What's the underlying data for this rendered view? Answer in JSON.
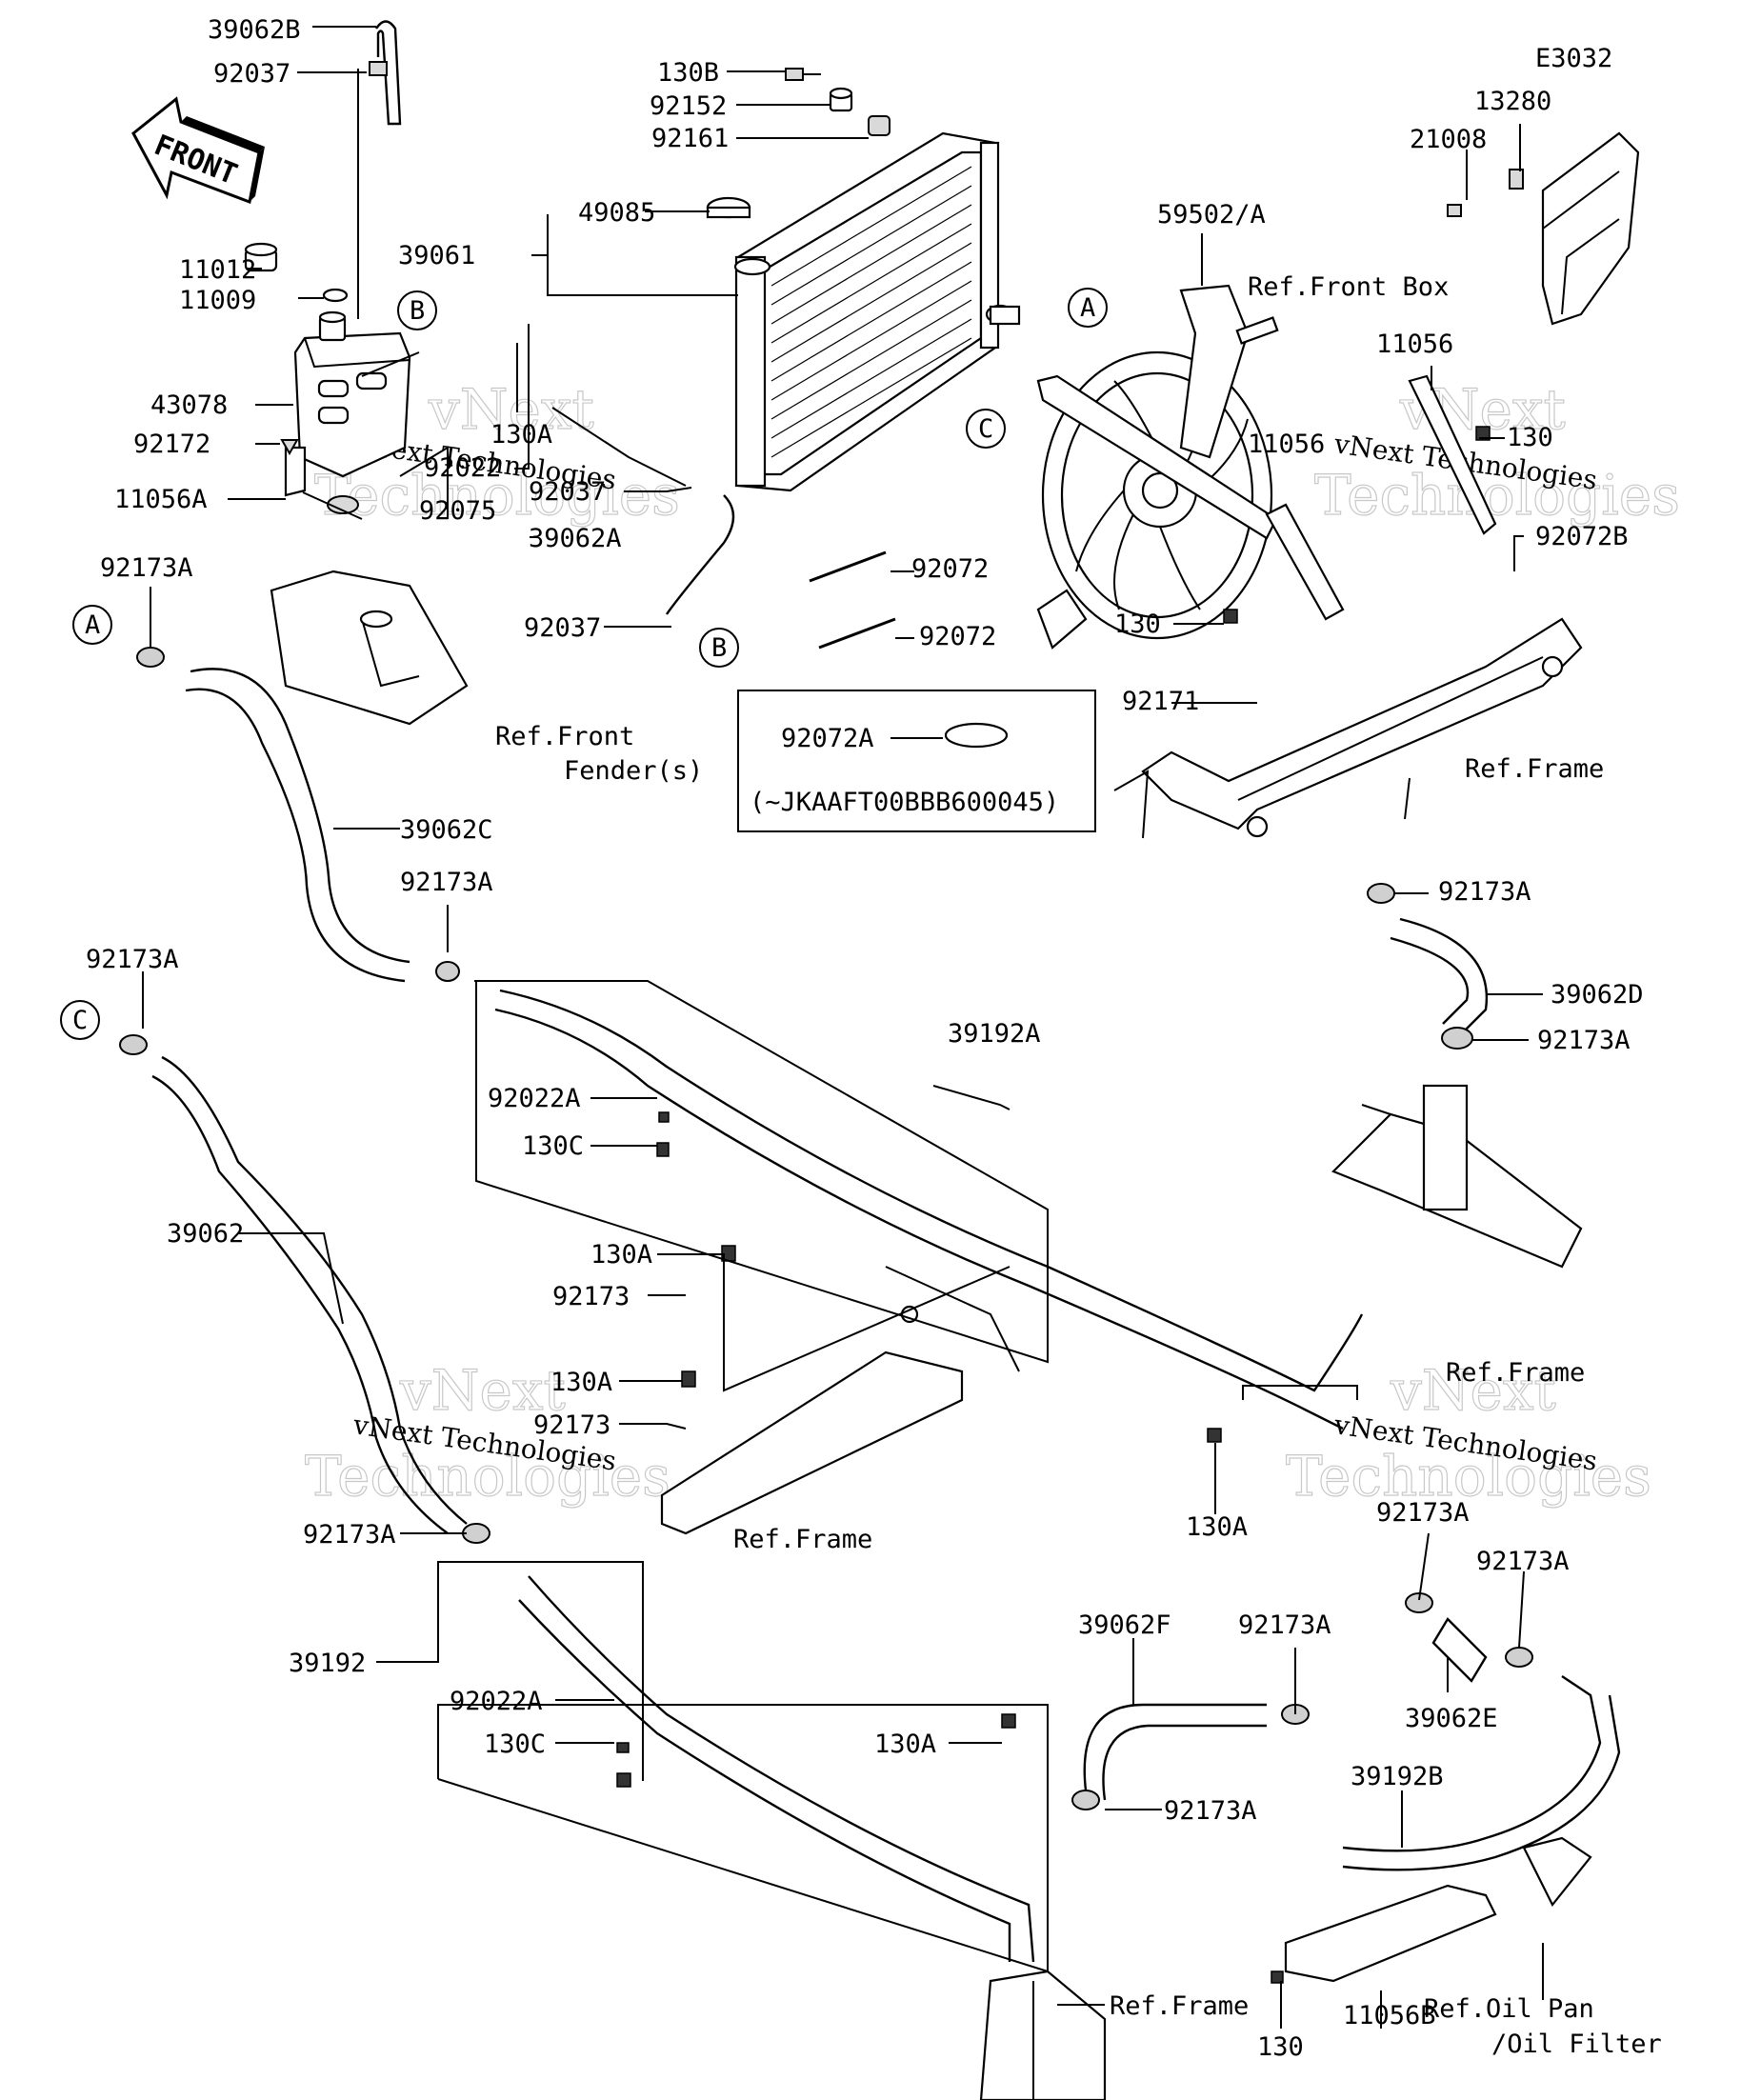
{
  "diagram_code": "E3032",
  "direction_arrow": "FRONT",
  "watermarks": [
    "vNext",
    "Technologies",
    "vNext Technologies"
  ],
  "callouts": [
    "A",
    "B",
    "C"
  ],
  "serial_note": {
    "part": "92072A",
    "range": "(~JKAAFT00BBB600045)"
  },
  "references": {
    "front_box": "Ref.Front Box",
    "front_fender_1": "Ref.Front",
    "front_fender_2": "Fender(s)",
    "frame": "Ref.Frame",
    "oil_pan_1": "Ref.Oil Pan",
    "oil_pan_2": "/Oil Filter"
  },
  "part_labels": {
    "p39062B": "39062B",
    "p92037_top": "92037",
    "p11012": "11012",
    "p11009": "11009",
    "p43078": "43078",
    "p92172": "92172",
    "p11056A": "11056A",
    "p92022": "92022",
    "p92075": "92075",
    "p130A_top": "130A",
    "p92173A_1": "92173A",
    "p130B": "130B",
    "p92152": "92152",
    "p92161": "92161",
    "p49085": "49085",
    "p39061": "39061",
    "p92037_mid": "92037",
    "p39062A": "39062A",
    "p92037_low": "92037",
    "p92072_1": "92072",
    "p92072_2": "92072",
    "p59502A": "59502/A",
    "p13280": "13280",
    "p21008": "21008",
    "p11056_1": "11056",
    "p11056_2": "11056",
    "p130_1": "130",
    "p92072B": "92072B",
    "p130_2": "130",
    "p92171": "92171",
    "p39062C": "39062C",
    "p92173A_2": "92173A",
    "p92173A_3": "92173A",
    "p92173A_4": "92173A",
    "p39062D": "39062D",
    "p92173A_5": "92173A",
    "p39192A": "39192A",
    "p92022A_1": "92022A",
    "p130C_1": "130C",
    "p39062": "39062",
    "p130A_2": "130A",
    "p92173_1": "92173",
    "p130A_3": "130A",
    "p92173_2": "92173",
    "p92173A_6": "92173A",
    "p130A_4": "130A",
    "p92173A_7": "92173A",
    "p92173A_8": "92173A",
    "p39192": "39192",
    "p92022A_2": "92022A",
    "p130C_2": "130C",
    "p39062F": "39062F",
    "p92173A_9": "92173A",
    "p39062E": "39062E",
    "p130A_5": "130A",
    "p92173A_10": "92173A",
    "p39192B": "39192B",
    "p130_3": "130",
    "p11056B": "11056B"
  }
}
